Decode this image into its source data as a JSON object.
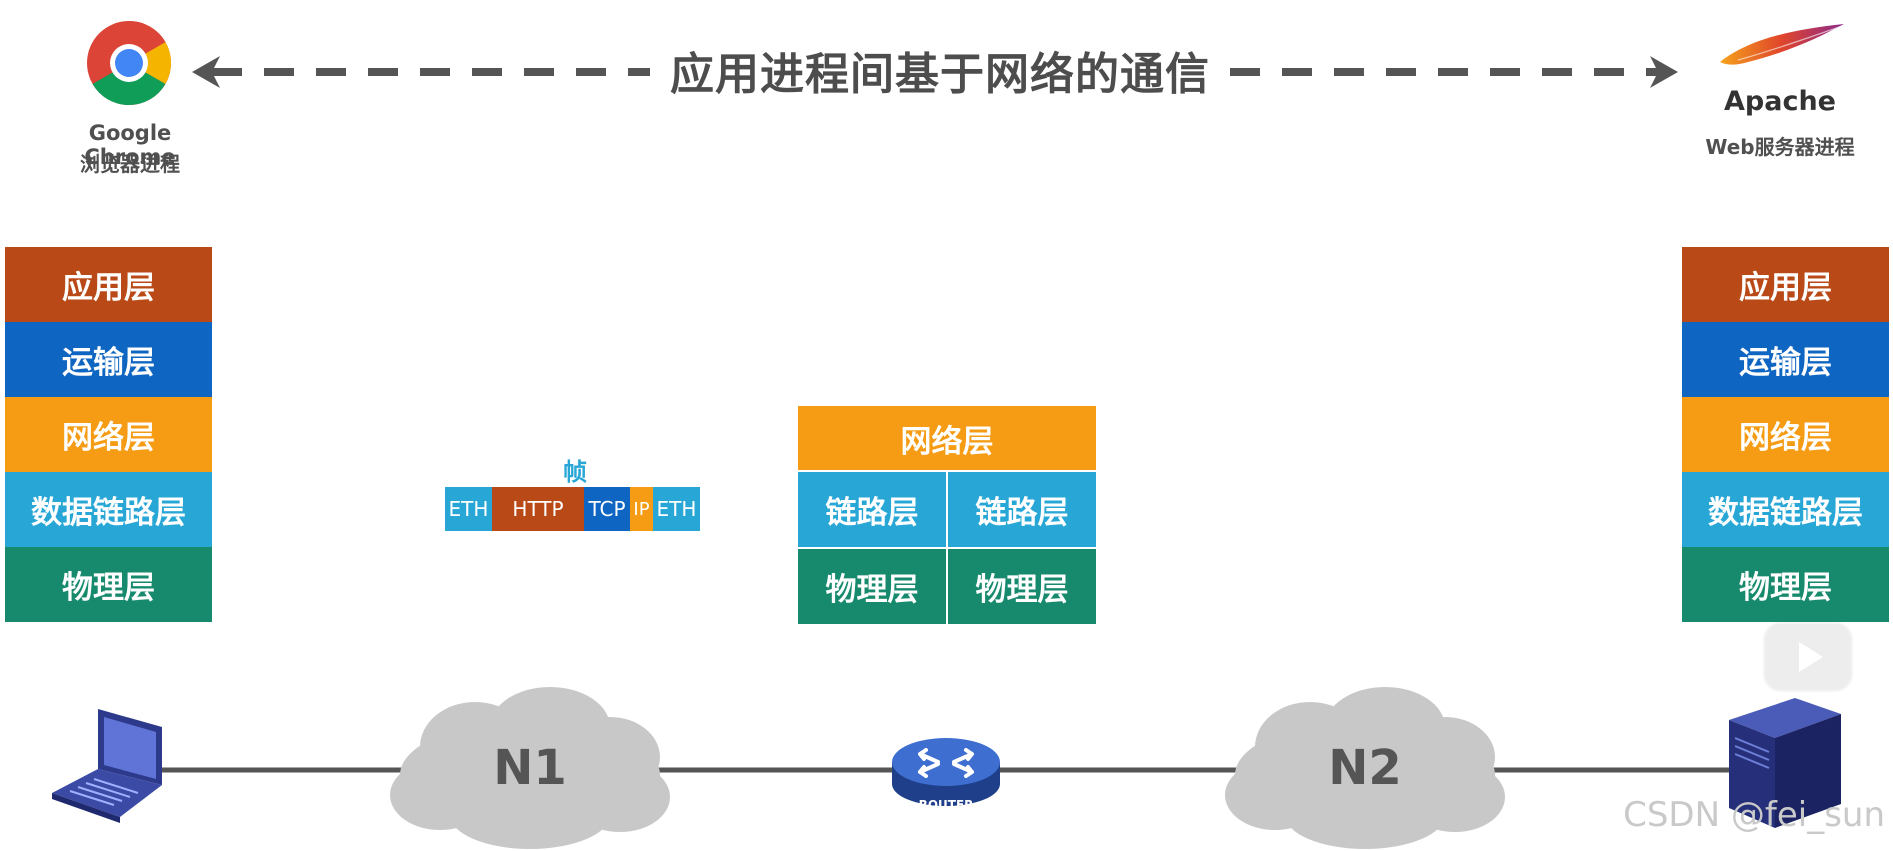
{
  "title": "应用进程间基于网络的通信",
  "client": {
    "name": "Google Chrome",
    "desc": "浏览器进程",
    "icon": "chrome-logo-icon"
  },
  "server": {
    "name": "Apache",
    "desc": "Web服务器进程",
    "icon": "apache-feather-icon"
  },
  "client_stack": [
    "应用层",
    "运输层",
    "网络层",
    "数据链路层",
    "物理层"
  ],
  "server_stack": [
    "应用层",
    "运输层",
    "网络层",
    "数据链路层",
    "物理层"
  ],
  "frame": {
    "title": "帧",
    "segments": [
      "ETH",
      "HTTP",
      "TCP",
      "IP",
      "ETH"
    ]
  },
  "router_stack": {
    "network": "网络层",
    "link": [
      "链路层",
      "链路层"
    ],
    "physical": [
      "物理层",
      "物理层"
    ]
  },
  "networks": [
    "N1",
    "N2"
  ],
  "router_label": "ROUTER",
  "watermark": "CSDN @fei_sun",
  "colors": {
    "application": "#b94a17",
    "transport": "#0f65c2",
    "network": "#f59c14",
    "datalink": "#28a7d6",
    "physical": "#178a6d",
    "arrow": "#555555",
    "cloud": "#c8c8c8"
  }
}
